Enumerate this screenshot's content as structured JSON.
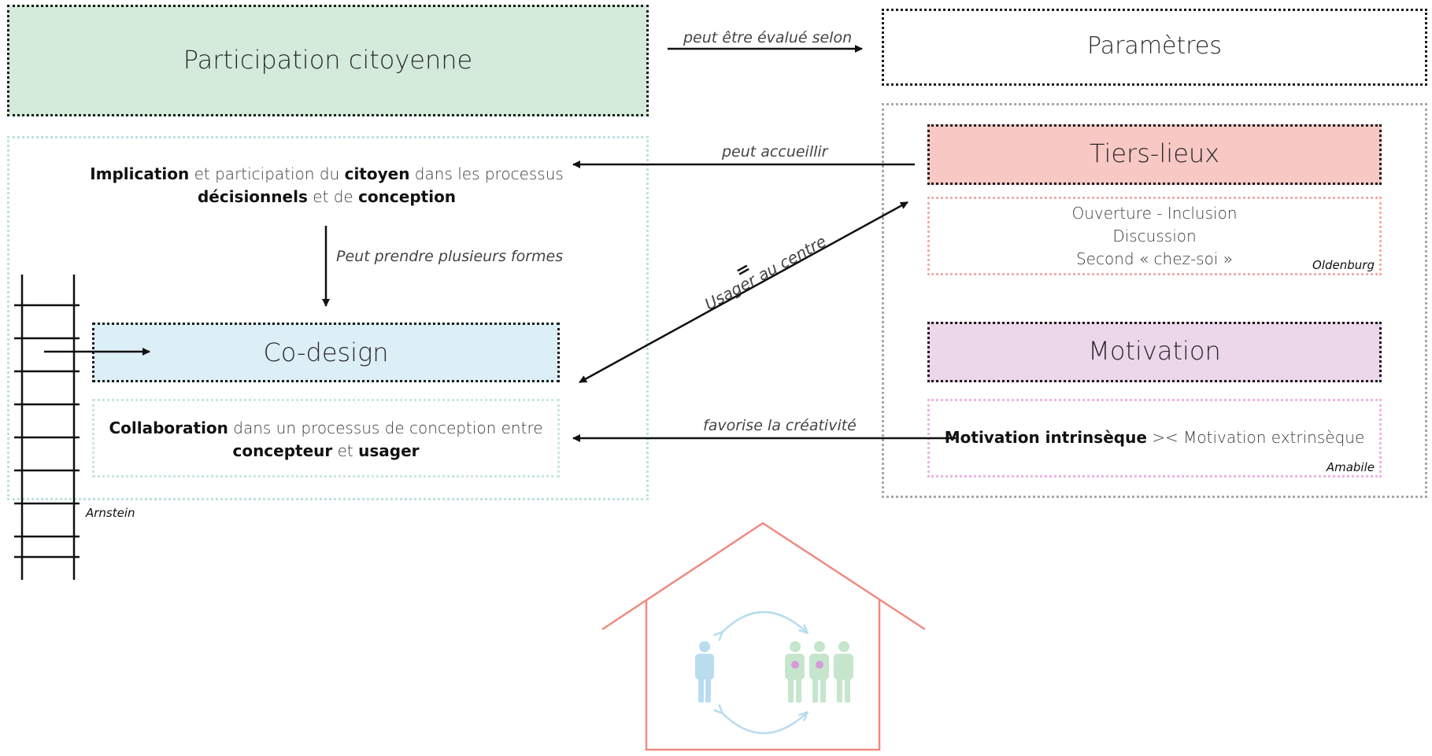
{
  "participation": {
    "title": "Participation citoyenne"
  },
  "parametres": {
    "title": "Paramètres"
  },
  "arrow_eval": {
    "label": "peut être évalué selon"
  },
  "arrow_accueillir": {
    "label": "peut accueillir"
  },
  "arrow_formes": {
    "label": "Peut prendre plusieurs formes"
  },
  "arrow_creativite": {
    "label": "favorise la créativité"
  },
  "arrow_usager": {
    "equals": "=",
    "label": "Usager au centre"
  },
  "implication": {
    "w1": "Implication",
    "t1": " et participation du ",
    "w2": "citoyen",
    "t2": " dans les processus",
    "w3": "décisionnels",
    "t3": " et de ",
    "w4": "conception"
  },
  "codesign": {
    "title": "Co-design"
  },
  "collaboration": {
    "w1": "Collaboration",
    "t1": " dans un processus de conception entre",
    "w2": "concepteur",
    "t2": " et ",
    "w3": "usager"
  },
  "tiers_lieux": {
    "title": "Tiers-lieux",
    "items": [
      "Ouverture - Inclusion",
      "Discussion",
      "Second « chez-soi »"
    ],
    "citation": "Oldenburg"
  },
  "motivation": {
    "title": "Motivation",
    "intrinseque": "Motivation intrinsèque",
    "rest": " >< Motivation extrinsèque",
    "citation": "Amabile"
  },
  "ladder": {
    "citation": "Arnstein"
  },
  "colors": {
    "participation": "#d4ebdc",
    "codesign": "#dceef6",
    "tiers": "#f8c8c4",
    "motivation": "#ecd6ea",
    "house": "#f08a80",
    "person_blue": "#b9dcef",
    "person_green": "#c5e6cc",
    "heart": "#d99ad8"
  }
}
